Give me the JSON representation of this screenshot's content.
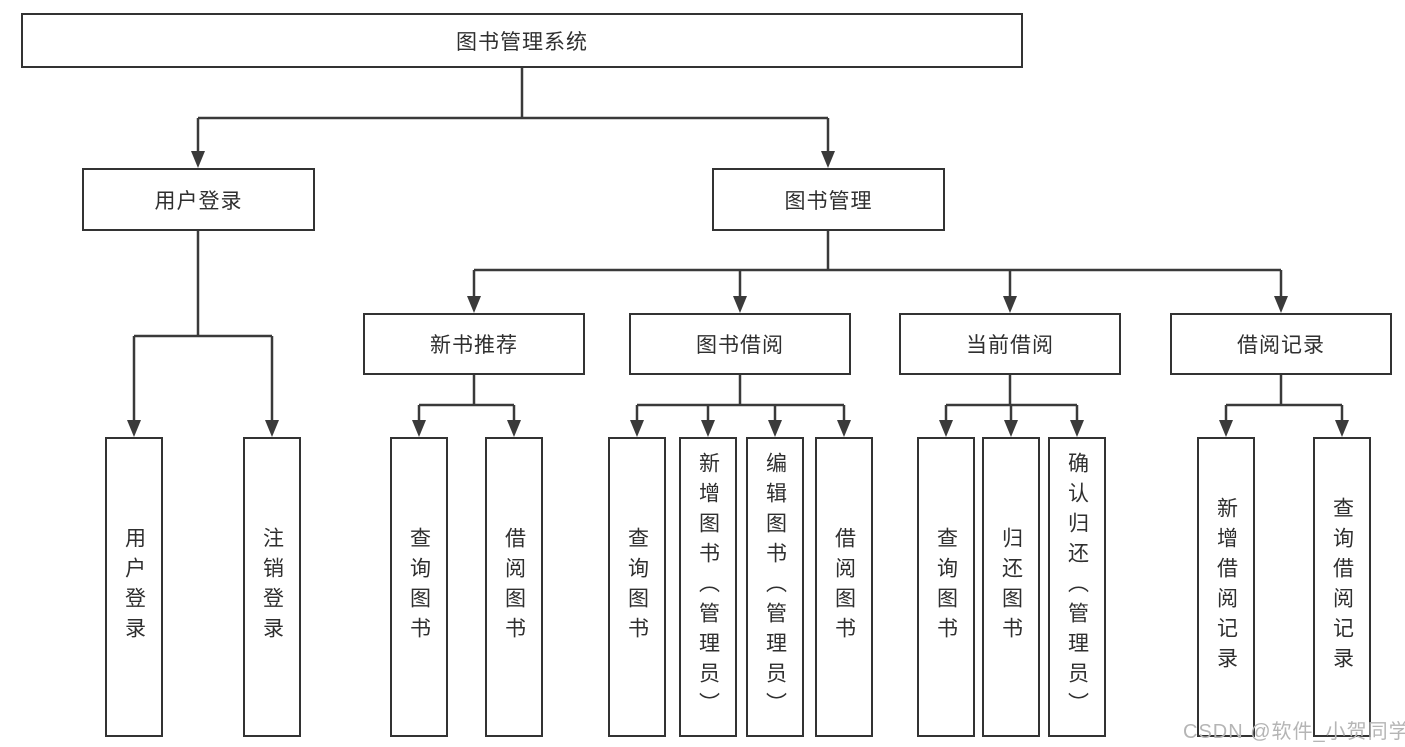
{
  "tree": {
    "root": "图书管理系统",
    "children": [
      {
        "label": "用户登录",
        "children": [
          {
            "label": "用户登录"
          },
          {
            "label": "注销登录"
          }
        ]
      },
      {
        "label": "图书管理",
        "children": [
          {
            "label": "新书推荐",
            "children": [
              {
                "label": "查询图书"
              },
              {
                "label": "借阅图书"
              }
            ]
          },
          {
            "label": "图书借阅",
            "children": [
              {
                "label": "查询图书"
              },
              {
                "label": "新增图书（管理员）"
              },
              {
                "label": "编辑图书（管理员）"
              },
              {
                "label": "借阅图书"
              }
            ]
          },
          {
            "label": "当前借阅",
            "children": [
              {
                "label": "查询图书"
              },
              {
                "label": "归还图书"
              },
              {
                "label": "确认归还（管理员）"
              }
            ]
          },
          {
            "label": "借阅记录",
            "children": [
              {
                "label": "新增借阅记录"
              },
              {
                "label": "查询借阅记录"
              }
            ]
          }
        ]
      }
    ]
  },
  "watermark": {
    "text": "CSDN @软件_小贺同学"
  },
  "colors": {
    "line": "#3a3a3a",
    "box_border": "#333333",
    "text": "#2f2f2f",
    "watermark": "#b5b5b5",
    "background": "#ffffff"
  }
}
